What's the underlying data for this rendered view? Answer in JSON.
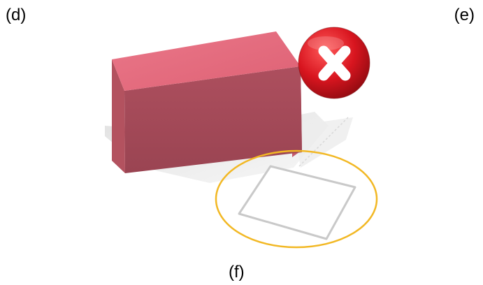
{
  "panel_labels": {
    "d": "(d)",
    "e": "(e)",
    "f": "(f)"
  },
  "figure": {
    "box_colors": {
      "top": "#e46a7e",
      "front": "#a54a59",
      "side": "#c45a6b"
    },
    "reject_badge": {
      "icon": "x-mark-icon",
      "color": "#d8151f",
      "symbol_color": "#ffffff"
    },
    "highlight_ellipse_color": "#f2b824",
    "outline_square_color": "#c9c9c9"
  }
}
